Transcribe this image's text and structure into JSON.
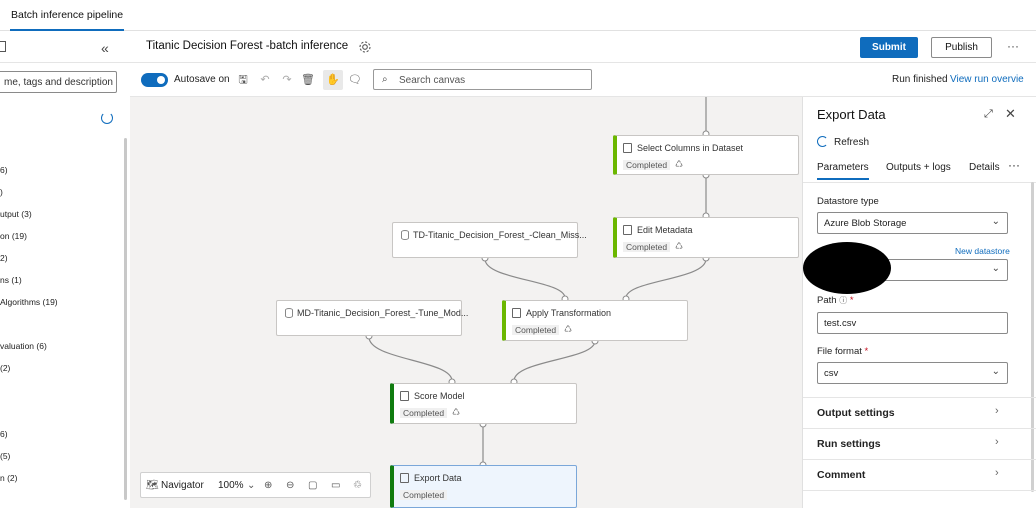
{
  "tabbar": {
    "tab_label": "Batch inference pipeline"
  },
  "header": {
    "title": "Titanic Decision Forest -batch inference",
    "submit_label": "Submit",
    "publish_label": "Publish",
    "more_label": "···",
    "collapse_glyph": "«"
  },
  "toolbar": {
    "autosave_label": "Autosave on",
    "search_placeholder": "Search canvas",
    "run_status": "Run finished",
    "view_run_link": "View run overvie"
  },
  "left_panel": {
    "search_placeholder": "me, tags and description",
    "categories": [
      "6)",
      ")",
      "utput (3)",
      "on (19)",
      "2)",
      "ns (1)",
      " Algorithms (19)",
      "",
      "valuation (6)",
      "(2)",
      "",
      "",
      "6)",
      "(5)",
      "n (2)"
    ]
  },
  "canvas": {
    "nodes": [
      {
        "id": "select",
        "title": "Select Columns in Dataset",
        "status": "Completed"
      },
      {
        "id": "td",
        "title": "TD-Titanic_Decision_Forest_-Clean_Miss..."
      },
      {
        "id": "edit",
        "title": "Edit Metadata",
        "status": "Completed"
      },
      {
        "id": "md",
        "title": "MD-Titanic_Decision_Forest_-Tune_Mod..."
      },
      {
        "id": "apply",
        "title": "Apply Transformation",
        "status": "Completed"
      },
      {
        "id": "score",
        "title": "Score Model",
        "status": "Completed"
      },
      {
        "id": "export",
        "title": "Export Data",
        "status": "Completed"
      }
    ],
    "navigator": {
      "label": "Navigator",
      "zoom": "100%"
    }
  },
  "right_panel": {
    "title": "Export Data",
    "refresh_label": "Refresh",
    "tabs": [
      "Parameters",
      "Outputs + logs",
      "Details"
    ],
    "more_label": "···",
    "datastore_type_label": "Datastore type",
    "datastore_type_value": "Azure Blob Storage",
    "new_datastore_link": "New datastore",
    "path_label": "Path",
    "path_value": "test.csv",
    "file_format_label": "File format",
    "file_format_value": "csv",
    "sections": [
      "Output settings",
      "Run settings",
      "Comment"
    ]
  },
  "colors": {
    "accent": "#0f6cbd",
    "completed_bar": "#6bb700",
    "canvas_bg": "#f3f2f1"
  }
}
